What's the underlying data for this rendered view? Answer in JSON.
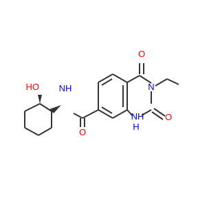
{
  "structure": {
    "colors": {
      "bond": "#333333",
      "oxygen": "#ff0000",
      "nitrogen": "#0000ff",
      "hydrogen_label": "#ff0000"
    },
    "atom_labels": {
      "o_carbonyl_top": "O",
      "n_ethyl": "N",
      "o_carbonyl_bottom": "O",
      "nh_ring": "NH",
      "n_ring_h": "H",
      "nh_amide": "NH",
      "amide_h": "H",
      "o_amide": "O",
      "oh": "HO"
    }
  }
}
